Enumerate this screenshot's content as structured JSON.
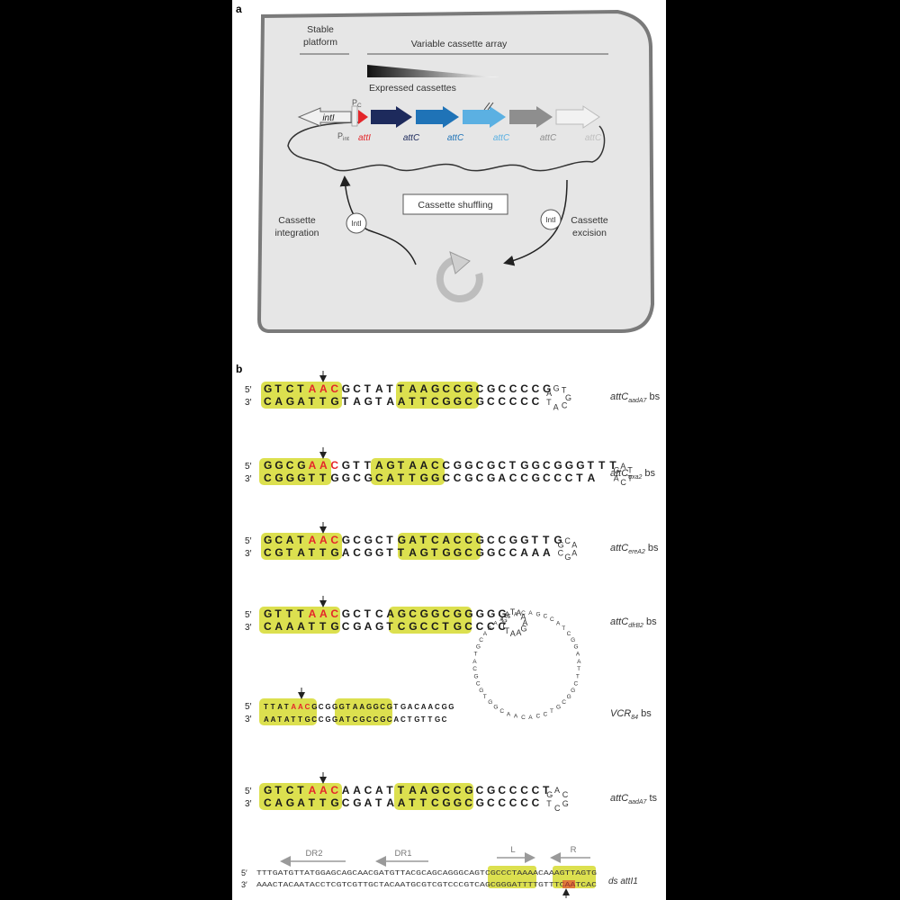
{
  "panel_a": {
    "letter": "a",
    "stable_platform": [
      "Stable",
      "platform"
    ],
    "variable_array": "Variable cassette array",
    "expressed": "Expressed cassettes",
    "intI_gene": "intI",
    "pc": [
      "P",
      "C"
    ],
    "pint": [
      "P",
      "int"
    ],
    "attI": "attI",
    "attC": "attC",
    "shuffling": "Cassette shuffling",
    "integration": [
      "Cassette",
      "integration"
    ],
    "excision": [
      "Cassette",
      "excision"
    ],
    "intI_protein": "IntI",
    "colors": {
      "cell_fill": "#e6e6e6",
      "cell_border": "#7a7a7a",
      "attI_red": "#e4262a",
      "cassette_1": "#1d2a5c",
      "cassette_2": "#1f73b7",
      "cassette_3": "#5bb0e2",
      "cassette_4": "#8e8e8e",
      "cassette_5": "#c8c8c8"
    }
  },
  "panel_b": {
    "letter": "b",
    "p5": "5′",
    "p3": "3′",
    "hairpins": [
      {
        "name": "attC",
        "sub": "aadA7",
        "suffix": "bs",
        "top": [
          "G",
          "T",
          "C",
          "T",
          "A",
          "A",
          "C",
          "G",
          "C",
          "T",
          "A",
          "T",
          "T",
          "A",
          "A",
          "G",
          "C",
          "C",
          "G",
          "C",
          "G",
          "C",
          "C",
          "C",
          "C",
          "G"
        ],
        "bot": [
          "C",
          "A",
          "G",
          "A",
          "T",
          "T",
          "G",
          "T",
          "A",
          "G",
          "T",
          "A",
          "A",
          "T",
          "T",
          "C",
          "G",
          "G",
          "C",
          "G",
          "C",
          "C",
          "C",
          "C",
          "C"
        ],
        "loop": [
          "A",
          "G",
          "T",
          "G",
          "C",
          "A",
          "T"
        ]
      },
      {
        "name": "attC",
        "sub": "oxa2",
        "suffix": "bs",
        "top": [
          "G",
          "G",
          "C",
          "G",
          "A",
          "A",
          "C",
          "G",
          "T",
          "T",
          "A",
          "G",
          "T",
          "A",
          "A",
          "C",
          "C",
          "G",
          "G",
          "C",
          "G",
          "C",
          "T",
          "G",
          "G",
          "C",
          "G",
          "G",
          "G",
          "T",
          "T",
          "T"
        ],
        "bot": [
          "C",
          "G",
          "G",
          "G",
          "T",
          "T",
          "G",
          "G",
          "C",
          "G",
          "C",
          "A",
          "T",
          "T",
          "G",
          "G",
          "C",
          "C",
          "G",
          "C",
          "G",
          "A",
          "C",
          "C",
          "G",
          "C",
          "C",
          "C",
          "T",
          "A"
        ],
        "loop": [
          "G",
          "A",
          "T",
          "T",
          "C",
          "A"
        ]
      },
      {
        "name": "attC",
        "sub": "ereA2",
        "suffix": "bs",
        "top": [
          "G",
          "C",
          "A",
          "T",
          "A",
          "A",
          "C",
          "G",
          "C",
          "G",
          "C",
          "T",
          "G",
          "A",
          "T",
          "C",
          "A",
          "C",
          "C",
          "G",
          "C",
          "C",
          "G",
          "G",
          "T",
          "T",
          "G"
        ],
        "bot": [
          "C",
          "G",
          "T",
          "A",
          "T",
          "T",
          "G",
          "A",
          "C",
          "G",
          "G",
          "T",
          "T",
          "A",
          "G",
          "T",
          "G",
          "G",
          "C",
          "G",
          "G",
          "C",
          "C",
          "A",
          "A",
          "A"
        ],
        "loop": [
          "G",
          "C",
          "A",
          "A",
          "G",
          "C"
        ]
      },
      {
        "name": "attC",
        "sub": "dfrB2",
        "suffix": "bs",
        "top": [
          "G",
          "T",
          "T",
          "T",
          "A",
          "A",
          "C",
          "G",
          "C",
          "T",
          "C",
          "A",
          "G",
          "C",
          "G",
          "G",
          "C",
          "G",
          "G",
          "G",
          "G",
          "G"
        ],
        "bot": [
          "C",
          "A",
          "A",
          "A",
          "T",
          "T",
          "G",
          "C",
          "G",
          "A",
          "G",
          "T",
          "C",
          "G",
          "C",
          "C",
          "T",
          "G",
          "C",
          "C",
          "C",
          "C"
        ],
        "loop": [
          "G",
          "A",
          "T",
          "A",
          "A",
          "A",
          "G",
          "A",
          "A",
          "T",
          "T"
        ]
      },
      {
        "name": "VCR",
        "sub": "84",
        "suffix": "bs",
        "top": [
          "T",
          "T",
          "A",
          "T",
          "A",
          "A",
          "C",
          "G",
          "C",
          "G",
          "G",
          "G",
          "T",
          "A",
          "A",
          "G",
          "G",
          "C",
          "G",
          "T",
          "G",
          "A",
          "C",
          "A",
          "A",
          "C",
          "G",
          "G"
        ],
        "bot": [
          "A",
          "A",
          "T",
          "A",
          "T",
          "T",
          "G",
          "C",
          "C",
          "G",
          "G",
          "A",
          "T",
          "C",
          "G",
          "C",
          "C",
          "G",
          "C",
          "A",
          "C",
          "T",
          "G",
          "T",
          "T",
          "G",
          "C"
        ],
        "loop": [
          "A",
          "T",
          "G",
          "C",
          "A",
          "A",
          "A",
          "A",
          "C",
          "A",
          "C",
          "A",
          "G",
          "C",
          "C",
          "A",
          "T",
          "C",
          "G",
          "G",
          "A",
          "A",
          "T",
          "T",
          "C",
          "G",
          "G",
          "C",
          "G",
          "T",
          "C",
          "C",
          "A",
          "C",
          "A",
          "A",
          "C",
          "G",
          "G",
          "T",
          "G",
          "C",
          "G",
          "C"
        ]
      },
      {
        "name": "attC",
        "sub": "aadA7",
        "suffix": "ts",
        "top": [
          "G",
          "T",
          "C",
          "T",
          "A",
          "A",
          "C",
          "A",
          "A",
          "C",
          "A",
          "T",
          "T",
          "A",
          "A",
          "G",
          "C",
          "C",
          "G",
          "C",
          "G",
          "C",
          "C",
          "C",
          "C",
          "T"
        ],
        "bot": [
          "C",
          "A",
          "G",
          "A",
          "T",
          "T",
          "G",
          "C",
          "G",
          "A",
          "T",
          "A",
          "A",
          "T",
          "T",
          "C",
          "G",
          "G",
          "C",
          "G",
          "C",
          "C",
          "C",
          "C",
          "C"
        ],
        "loop": [
          "G",
          "A",
          "C",
          "G",
          "C",
          "T"
        ]
      }
    ],
    "dr2": "DR2",
    "dr1": "DR1",
    "L": "L",
    "R": "R",
    "seq_top": "TTTGATGTTATGGAGCAGCAACGATGTTACGCAGCAGGGCAGTCGCCCTAAAACAAAGTTAGTG",
    "seq_bot": "AAACTACAATACCTCGTCGTTGCTACAATGCGTCGTCCCGTCAGCGGGATTTTGTTTCAATCAC",
    "ds_label": "ds attI1",
    "highlight": "#dce04f",
    "red": "#e4262a"
  }
}
